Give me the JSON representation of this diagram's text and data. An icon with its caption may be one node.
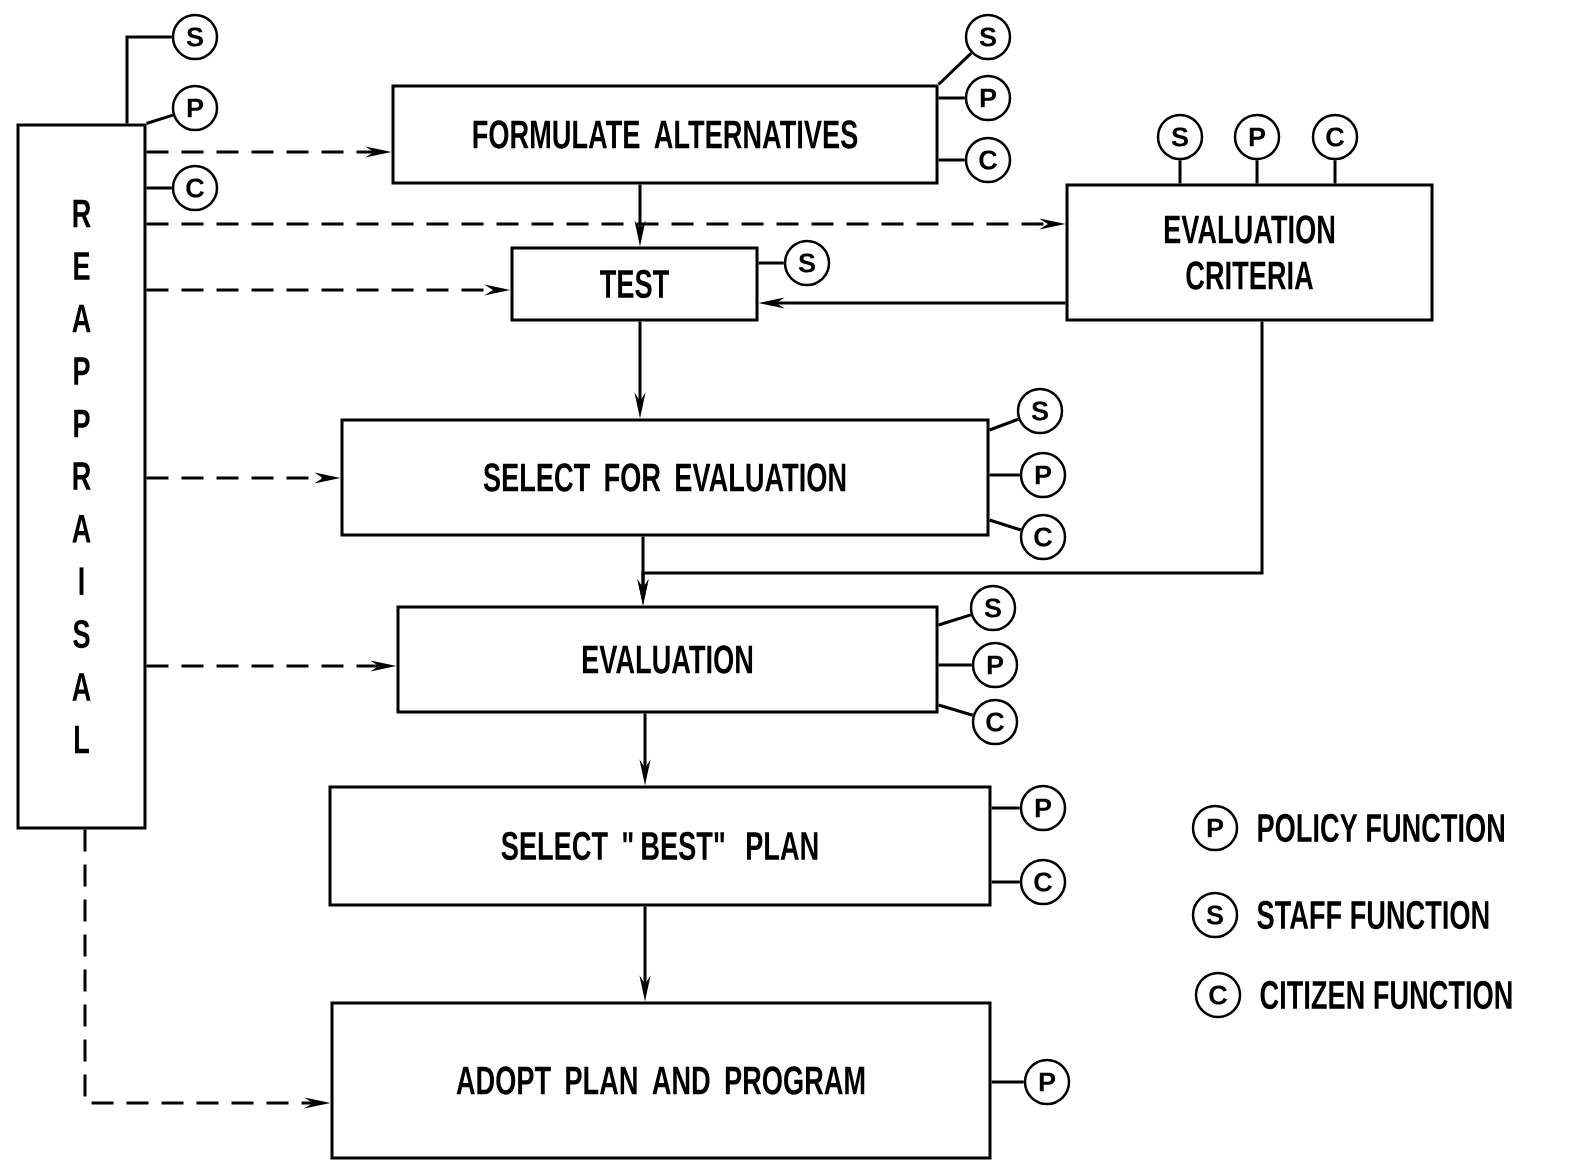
{
  "diagram": {
    "nodes": [
      {
        "text": [
          "REAPPRAISAL"
        ]
      },
      {
        "text": [
          "S"
        ]
      },
      {
        "text": [
          "P"
        ]
      },
      {
        "text": [
          "C"
        ]
      },
      {
        "text": [
          "FORMULATE ALTERNATIVES"
        ]
      },
      {
        "text": [
          "S"
        ]
      },
      {
        "text": [
          "P"
        ]
      },
      {
        "text": [
          "C"
        ]
      },
      {
        "text": [
          "EVALUATION CRITERIA"
        ]
      },
      {
        "text": [
          "S"
        ]
      },
      {
        "text": [
          "P"
        ]
      },
      {
        "text": [
          "C"
        ]
      },
      {
        "text": [
          "TEST"
        ]
      },
      {
        "text": [
          "S"
        ]
      },
      {
        "text": [
          "SELECT FOR EVALUATION"
        ]
      },
      {
        "text": [
          "S"
        ]
      },
      {
        "text": [
          "P"
        ]
      },
      {
        "text": [
          "C"
        ]
      },
      {
        "text": [
          "EVALUATION"
        ]
      },
      {
        "text": [
          "S"
        ]
      },
      {
        "text": [
          "P"
        ]
      },
      {
        "text": [
          "C"
        ]
      },
      {
        "text": [
          "SELECT \"BEST\" PLAN"
        ]
      },
      {
        "text": [
          "P"
        ]
      },
      {
        "text": [
          "C"
        ]
      },
      {
        "text": [
          "ADOPT PLAN AND PROGRAM"
        ]
      },
      {
        "text": [
          "P"
        ]
      }
    ],
    "edges": [
      {
        "from": 4,
        "to": 12,
        "arrow": "to"
      },
      {
        "from": 12,
        "to": 14,
        "arrow": "to"
      },
      {
        "from": 14,
        "to": 18,
        "arrow": "to"
      },
      {
        "from": 8,
        "to": 12,
        "arrow": "to"
      },
      {
        "from": 8,
        "to": 18,
        "arrow": "to"
      },
      {
        "from": 18,
        "to": 22,
        "arrow": "to"
      },
      {
        "from": 22,
        "to": 25,
        "arrow": "to"
      },
      {
        "from": 0,
        "to": 4,
        "arrow": "to",
        "style": "dashed"
      },
      {
        "from": 0,
        "to": 8,
        "arrow": "to",
        "style": "dashed"
      },
      {
        "from": 0,
        "to": 12,
        "arrow": "to",
        "style": "dashed"
      },
      {
        "from": 0,
        "to": 14,
        "arrow": "to",
        "style": "dashed"
      },
      {
        "from": 0,
        "to": 18,
        "arrow": "to",
        "style": "dashed"
      },
      {
        "from": 0,
        "to": 25,
        "arrow": "to",
        "style": "dashed"
      },
      {
        "from": 0,
        "to": 1,
        "arrow": "none"
      },
      {
        "from": 0,
        "to": 2,
        "arrow": "none"
      },
      {
        "from": 0,
        "to": 3,
        "arrow": "none"
      },
      {
        "from": 4,
        "to": 5,
        "arrow": "none"
      },
      {
        "from": 4,
        "to": 6,
        "arrow": "none"
      },
      {
        "from": 4,
        "to": 7,
        "arrow": "none"
      },
      {
        "from": 8,
        "to": 9,
        "arrow": "none"
      },
      {
        "from": 8,
        "to": 10,
        "arrow": "none"
      },
      {
        "from": 8,
        "to": 11,
        "arrow": "none"
      },
      {
        "from": 12,
        "to": 13,
        "arrow": "none"
      },
      {
        "from": 14,
        "to": 15,
        "arrow": "none"
      },
      {
        "from": 14,
        "to": 16,
        "arrow": "none"
      },
      {
        "from": 14,
        "to": 17,
        "arrow": "none"
      },
      {
        "from": 18,
        "to": 19,
        "arrow": "none"
      },
      {
        "from": 18,
        "to": 20,
        "arrow": "none"
      },
      {
        "from": 18,
        "to": 21,
        "arrow": "none"
      },
      {
        "from": 22,
        "to": 23,
        "arrow": "none"
      },
      {
        "from": 22,
        "to": 24,
        "arrow": "none"
      },
      {
        "from": 25,
        "to": 26,
        "arrow": "none"
      }
    ],
    "labels": [
      "P",
      "S",
      "C"
    ],
    "legend": [
      {
        "text": "POLICY FUNCTION"
      },
      {
        "text": "STAFF FUNCTION"
      },
      {
        "text": "CITIZEN FUNCTION"
      }
    ]
  }
}
